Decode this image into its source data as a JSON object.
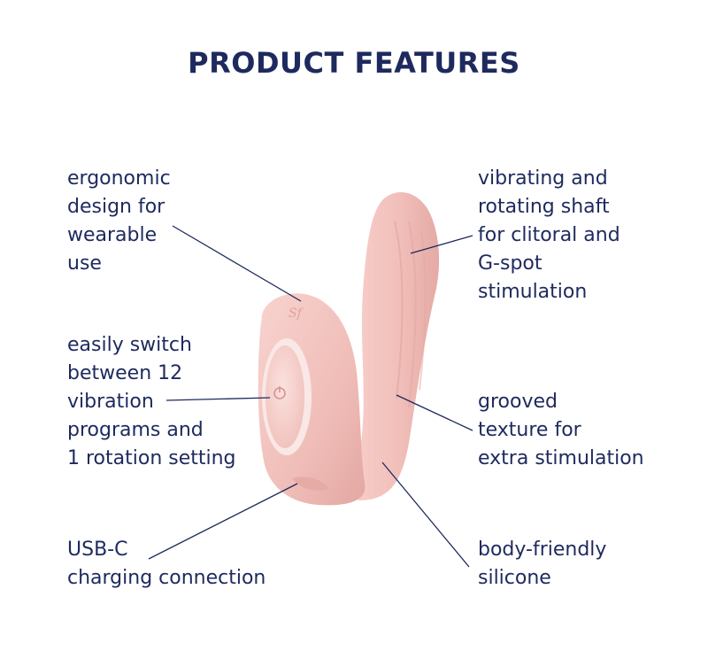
{
  "title": "PRODUCT FEATURES",
  "features": {
    "ergonomic": [
      "ergonomic",
      "design for",
      "wearable",
      "use"
    ],
    "programs": [
      "easily switch",
      "between 12",
      "vibration",
      "programs and",
      "1 rotation setting"
    ],
    "usb": [
      "USB-C",
      "charging connection"
    ],
    "shaft": [
      "vibrating and",
      "rotating shaft",
      "for clitoral and",
      "G-spot",
      "stimulation"
    ],
    "texture": [
      "grooved",
      "texture for",
      "extra stimulation"
    ],
    "silicone": [
      "body-friendly",
      "silicone"
    ]
  },
  "colors": {
    "text": "#1e2a5e",
    "product": "#f4c6c2",
    "product_shadow": "#e6a9a4",
    "button": "#f7d6d2",
    "button_rim": "#f9ece9"
  }
}
